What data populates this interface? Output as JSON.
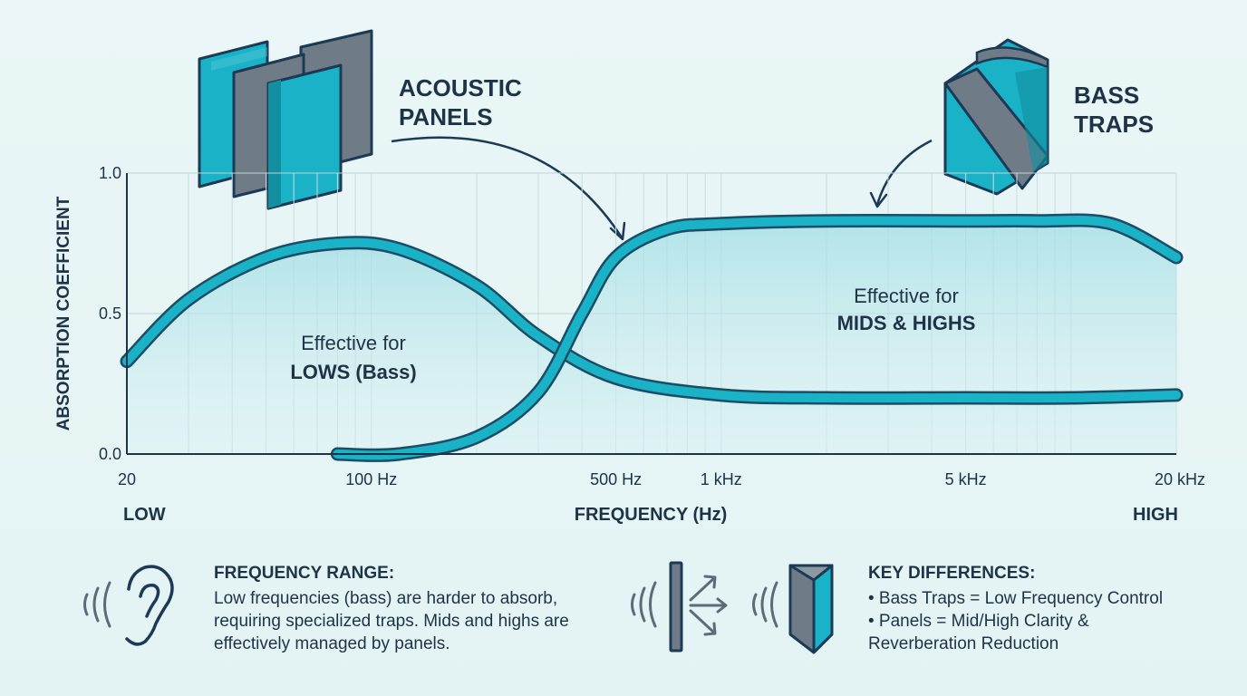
{
  "chart_data": {
    "type": "area",
    "xscale": "log",
    "xlim": [
      20,
      20000
    ],
    "ylim": [
      0,
      1
    ],
    "ylabel": "ABSORPTION COEFFICIENT",
    "xlabel": "FREQUENCY (Hz)",
    "x_end_labels": {
      "low": "LOW",
      "high": "HIGH"
    },
    "yticks": [
      "0.0",
      "0.5",
      "1.0"
    ],
    "ytick_values": [
      0,
      0.5,
      1.0
    ],
    "xticks": [
      {
        "value": 20,
        "label": "20"
      },
      {
        "value": 100,
        "label": "100 Hz"
      },
      {
        "value": 500,
        "label": "500 Hz"
      },
      {
        "value": 1000,
        "label": "1 kHz"
      },
      {
        "value": 5000,
        "label": "5 kHz"
      },
      {
        "value": 20000,
        "label": "20 kHz"
      }
    ],
    "grid": true,
    "series": [
      {
        "name": "BASS TRAPS",
        "x": [
          20,
          30,
          50,
          80,
          120,
          200,
          300,
          500,
          1000,
          2000,
          5000,
          10000,
          20000
        ],
        "y": [
          0.33,
          0.55,
          0.7,
          0.75,
          0.73,
          0.6,
          0.42,
          0.27,
          0.21,
          0.2,
          0.2,
          0.2,
          0.21
        ]
      },
      {
        "name": "ACOUSTIC PANELS",
        "x": [
          80,
          120,
          200,
          300,
          400,
          500,
          700,
          1000,
          2000,
          5000,
          8000,
          13000,
          20000
        ],
        "y": [
          0.0,
          0.0,
          0.06,
          0.22,
          0.5,
          0.7,
          0.8,
          0.82,
          0.83,
          0.83,
          0.83,
          0.82,
          0.7
        ]
      }
    ],
    "annotations": [
      {
        "line1": "Effective for",
        "line2": "LOWS (Bass)"
      },
      {
        "line1": "Effective for",
        "line2": "MIDS & HIGHS"
      }
    ]
  },
  "callouts": {
    "panels_line1": "ACOUSTIC",
    "panels_line2": "PANELS",
    "traps_line1": "BASS",
    "traps_line2": "TRAPS"
  },
  "info_left": {
    "heading": "FREQUENCY RANGE:",
    "body": "Low frequencies (bass) are harder to absorb, requiring specialized traps. Mids and highs are effectively managed by panels."
  },
  "info_right": {
    "heading": "KEY DIFFERENCES:",
    "items": [
      "• Bass Traps = Low Frequency Control",
      "• Panels = Mid/High Clarity & Reverberation Reduction"
    ]
  },
  "icons": [
    "panels-icon",
    "bass-trap-icon",
    "ear-icon",
    "sound-wave-icon",
    "reflection-arrows-icon"
  ],
  "colors": {
    "curve_fill": "#1ab2c6",
    "curve_stroke": "#1c4d66",
    "panel_gray": "#6f7c88",
    "text": "#1f3347"
  }
}
